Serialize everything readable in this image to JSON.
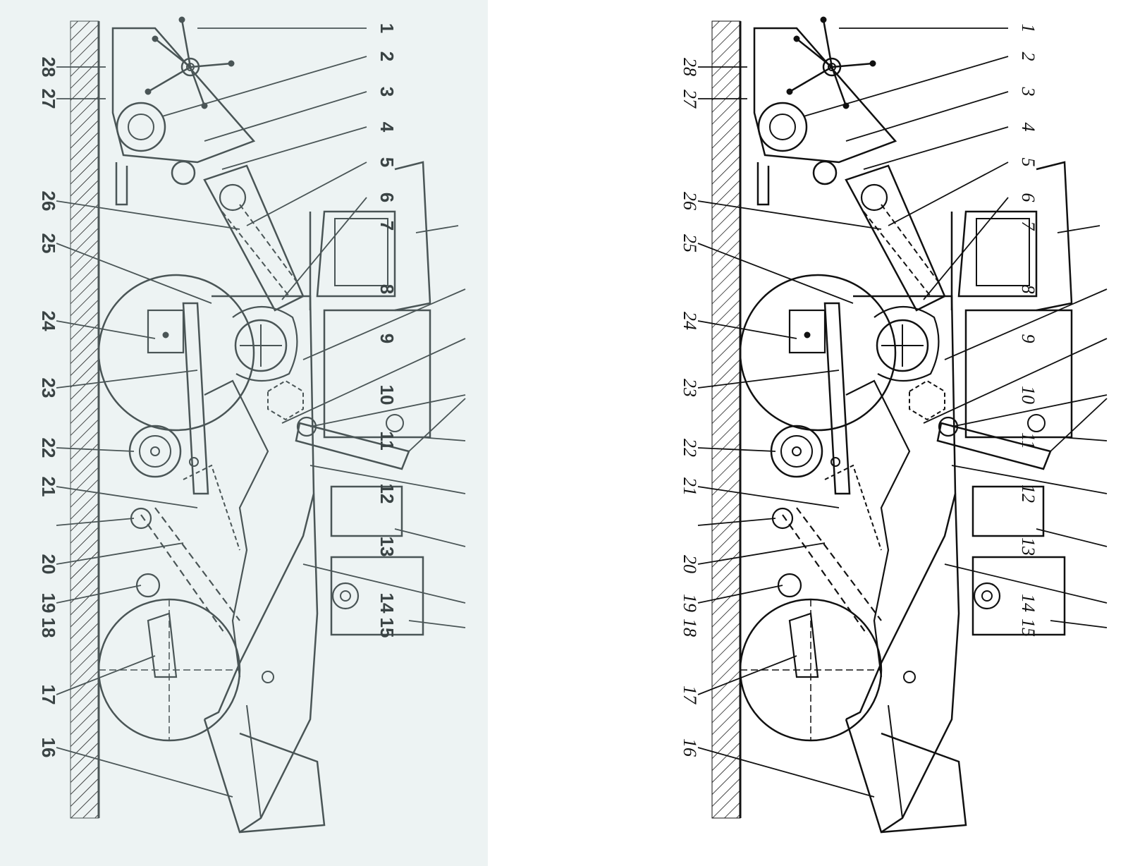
{
  "colors": {
    "scan_background": "#edf3f3",
    "scan_ink": "#3a4344",
    "clean_ink": "#111111",
    "clean_background": "#ffffff"
  },
  "panels": [
    {
      "id": "scan",
      "callouts": {
        "top": [
          "1",
          "2",
          "3",
          "4",
          "5",
          "6",
          "7",
          "8",
          "9",
          "10",
          "11",
          "12",
          "13",
          "14",
          "15"
        ],
        "bottom": [
          "28",
          "27",
          "26",
          "25",
          "24",
          "23",
          "22",
          "21",
          "20",
          "19",
          "18",
          "17",
          "16"
        ]
      }
    },
    {
      "id": "clean",
      "callouts": {
        "top": [
          "1",
          "2",
          "3",
          "4",
          "5",
          "6",
          "7",
          "8",
          "9",
          "10",
          "11",
          "12",
          "13",
          "14",
          "15"
        ],
        "bottom": [
          "28",
          "27",
          "26",
          "25",
          "24",
          "23",
          "22",
          "21",
          "20",
          "19",
          "18",
          "17",
          "16"
        ]
      }
    }
  ]
}
